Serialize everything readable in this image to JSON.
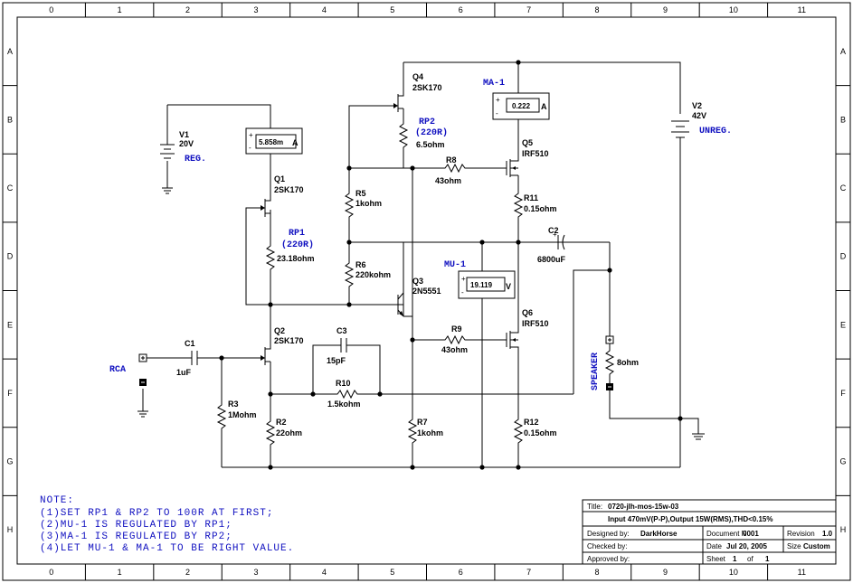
{
  "border": {
    "columns": [
      "0",
      "1",
      "2",
      "3",
      "4",
      "5",
      "6",
      "7",
      "8",
      "9",
      "10",
      "11"
    ],
    "rows": [
      "A",
      "B",
      "C",
      "D",
      "E",
      "F",
      "G",
      "H"
    ]
  },
  "components": {
    "v1": {
      "ref": "V1",
      "value": "20V"
    },
    "v2": {
      "ref": "V2",
      "value": "42V"
    },
    "q1": {
      "ref": "Q1",
      "value": "2SK170"
    },
    "q2": {
      "ref": "Q2",
      "value": "2SK170"
    },
    "q3": {
      "ref": "Q3",
      "value": "2N5551"
    },
    "q4": {
      "ref": "Q4",
      "value": "2SK170"
    },
    "q5": {
      "ref": "Q5",
      "value": "IRF510"
    },
    "q6": {
      "ref": "Q6",
      "value": "IRF510"
    },
    "rp1": {
      "value": "23.18ohm"
    },
    "rp2": {
      "value": "6.5ohm"
    },
    "r2": {
      "ref": "R2",
      "value": "22ohm"
    },
    "r3": {
      "ref": "R3",
      "value": "1Mohm"
    },
    "r5": {
      "ref": "R5",
      "value": "1kohm"
    },
    "r6": {
      "ref": "R6",
      "value": "220kohm"
    },
    "r7": {
      "ref": "R7",
      "value": "1kohm"
    },
    "r8": {
      "ref": "R8",
      "value": "43ohm"
    },
    "r9": {
      "ref": "R9",
      "value": "43ohm"
    },
    "r10": {
      "ref": "R10",
      "value": "1.5kohm"
    },
    "r11": {
      "ref": "R11",
      "value": "0.15ohm"
    },
    "r12": {
      "ref": "R12",
      "value": "0.15ohm"
    },
    "c1": {
      "ref": "C1",
      "value": "1uF"
    },
    "c2": {
      "ref": "C2",
      "value": "6800uF"
    },
    "c3": {
      "ref": "C3",
      "value": "15pF"
    },
    "spk": {
      "value": "8ohm"
    }
  },
  "meters": {
    "m1": {
      "value": "5.858m",
      "unit": "A"
    },
    "ma1": {
      "value": "0.222",
      "unit": "A"
    },
    "mu1": {
      "value": "19.119",
      "unit": "V"
    }
  },
  "annotations": {
    "reg": "REG.",
    "unreg": "UNREG.",
    "rp1": "RP1",
    "rp1_val": "(220R)",
    "rp2": "RP2",
    "rp2_val": "(220R)",
    "ma1": "MA-1",
    "mu1": "MU-1",
    "rca": "RCA",
    "speaker": "SPEAKER"
  },
  "note": {
    "heading": "NOTE:",
    "lines": [
      "(1)SET RP1 & RP2 TO 100R AT FIRST;",
      "(2)MU-1 IS REGULATED BY RP1;",
      "(3)MA-1 IS REGULATED BY RP2;",
      "(4)LET MU-1 & MA-1 TO BE RIGHT VALUE."
    ]
  },
  "title_block": {
    "title_label": "Title:",
    "title_value": "0720-jlh-mos-15w-03",
    "subtitle": "Input 470mV(P-P),Output 15W(RMS),THD<0.15%",
    "designed_label": "Designed by:",
    "designed_value": "DarkHorse",
    "document_label": "Document N",
    "document_value": "0001",
    "revision_label": "Revision",
    "revision_value": "1.0",
    "checked_label": "Checked by:",
    "date_label": "Date",
    "date_value": "Jul 20, 2005",
    "size_label": "Size",
    "size_value": "Custom",
    "approved_label": "Approved by:",
    "sheet_label": "Sheet",
    "sheet_value": "1",
    "of_label": "of",
    "of_value": "1"
  }
}
